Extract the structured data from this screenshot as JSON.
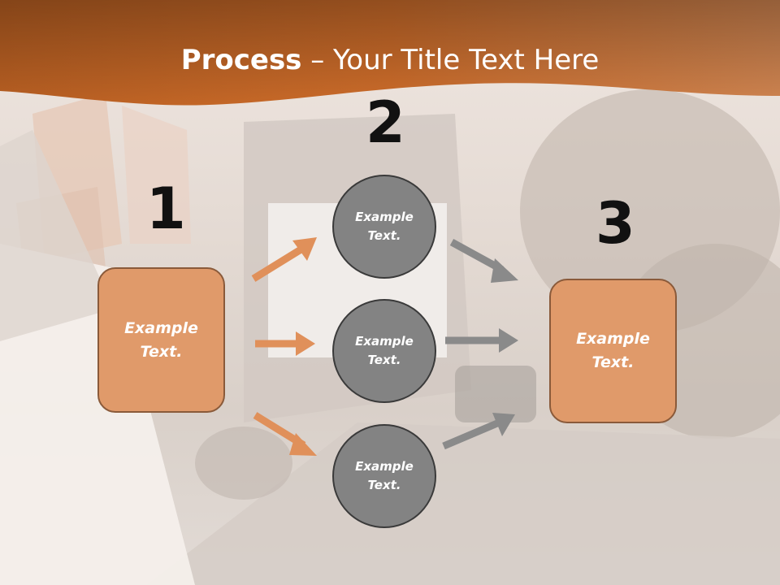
{
  "title": {
    "bold": "Process",
    "rest": " – Your Title Text Here"
  },
  "steps": {
    "one": {
      "number": "1",
      "text": "Example\nText."
    },
    "two": {
      "number": "2"
    },
    "three": {
      "number": "3",
      "text": "Example\nText."
    }
  },
  "circles": [
    {
      "text": "Example\nText."
    },
    {
      "text": "Example\nText."
    },
    {
      "text": "Example\nText."
    }
  ],
  "colors": {
    "header_orange": "#c8692b",
    "box_fill": "#e09a6a",
    "circle_fill": "#838383",
    "orange_arrow": "#e0905a",
    "gray_arrow": "#8a8a8a"
  }
}
